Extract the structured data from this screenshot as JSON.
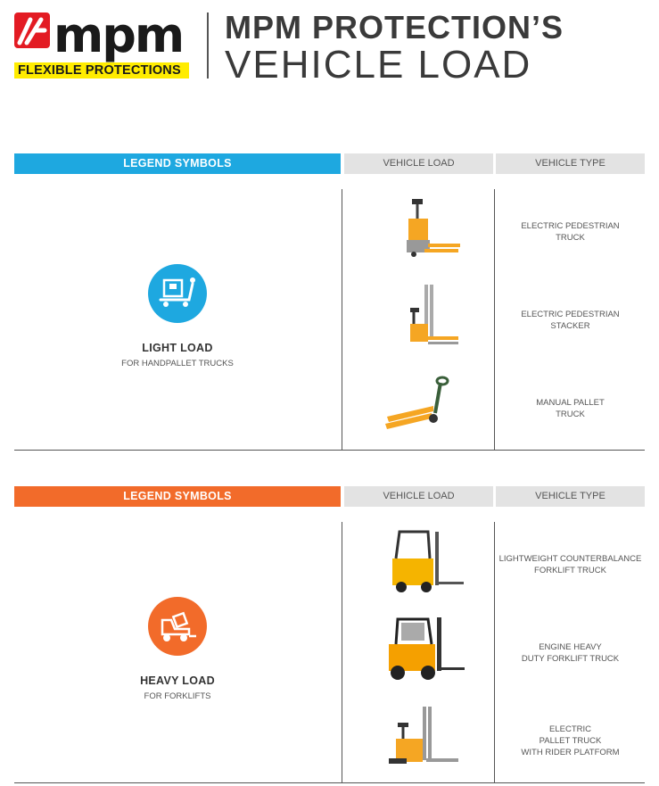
{
  "header": {
    "logo_text": "mpm",
    "logo_tagline": "FLEXIBLE PROTECTIONS",
    "title_line1": "MPM PROTECTION’S",
    "title_line2": "VEHICLE LOAD"
  },
  "colors": {
    "light_accent": "#1ea8e0",
    "heavy_accent": "#f26b2a",
    "logo_yellow": "#ffec00",
    "logo_red": "#e31b23"
  },
  "sections": [
    {
      "legend_header": "LEGEND SYMBOLS",
      "load_header": "VEHICLE LOAD",
      "type_header": "VEHICLE TYPE",
      "icon": "handpallet-truck-icon",
      "title": "LIGHT LOAD",
      "subtitle": "FOR HANDPALLET TRUCKS",
      "vehicles": [
        {
          "icon": "electric-pedestrian-truck-image",
          "type": "ELECTRIC PEDESTRIAN\nTRUCK"
        },
        {
          "icon": "electric-pedestrian-stacker-image",
          "type": "ELECTRIC PEDESTRIAN\nSTACKER"
        },
        {
          "icon": "manual-pallet-truck-image",
          "type": "MANUAL PALLET\nTRUCK"
        }
      ]
    },
    {
      "legend_header": "LEGEND SYMBOLS",
      "load_header": "VEHICLE LOAD",
      "type_header": "VEHICLE TYPE",
      "icon": "forklift-icon",
      "title": "HEAVY LOAD",
      "subtitle": "FOR FORKLIFTS",
      "vehicles": [
        {
          "icon": "counterbalance-forklift-image",
          "type": "LIGHTWEIGHT COUNTERBALANCE\nFORKLIFT TRUCK"
        },
        {
          "icon": "engine-forklift-image",
          "type": "ENGINE HEAVY\nDUTY FORKLIFT TRUCK"
        },
        {
          "icon": "rider-pallet-truck-image",
          "type": "ELECTRIC\nPALLET TRUCK\nWITH RIDER PLATFORM"
        }
      ]
    }
  ]
}
